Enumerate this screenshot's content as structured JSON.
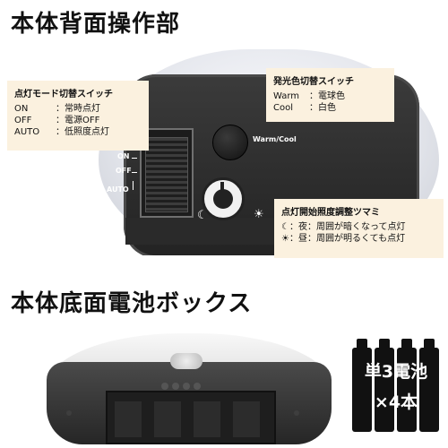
{
  "sections": {
    "top_title": "本体背面操作部",
    "bottom_title": "本体底面電池ボックス"
  },
  "mode_switch": {
    "header": "点灯モード切替スイッチ",
    "rows": [
      {
        "key": "ON",
        "value": "：常時点灯"
      },
      {
        "key": "OFF",
        "value": "：電源OFF"
      },
      {
        "key": "AUTO",
        "value": "：低照度点灯"
      }
    ],
    "labels": {
      "on": "ON",
      "off": "OFF",
      "auto": "AUTO"
    }
  },
  "color_switch": {
    "header": "発光色切替スイッチ",
    "rows": [
      {
        "key": "Warm",
        "value": "：電球色"
      },
      {
        "key": "Cool",
        "value": "：白色"
      }
    ],
    "label": "Warm/Cool"
  },
  "brightness_dial": {
    "header": "点灯開始照度調整ツマミ",
    "rows": [
      {
        "symbol": "☾",
        "value": "：夜：周囲が暗くなって点灯"
      },
      {
        "symbol": "☀",
        "value": "：昼：周囲が明るくても点灯"
      }
    ],
    "moon_symbol": "☾",
    "sun_symbol": "☀"
  },
  "battery_badge": {
    "line1": "単3電池",
    "line2": "×4本"
  },
  "colors": {
    "callout_bg": "#fbf1df",
    "device_dark": "#262626",
    "text_dark": "#111111"
  }
}
